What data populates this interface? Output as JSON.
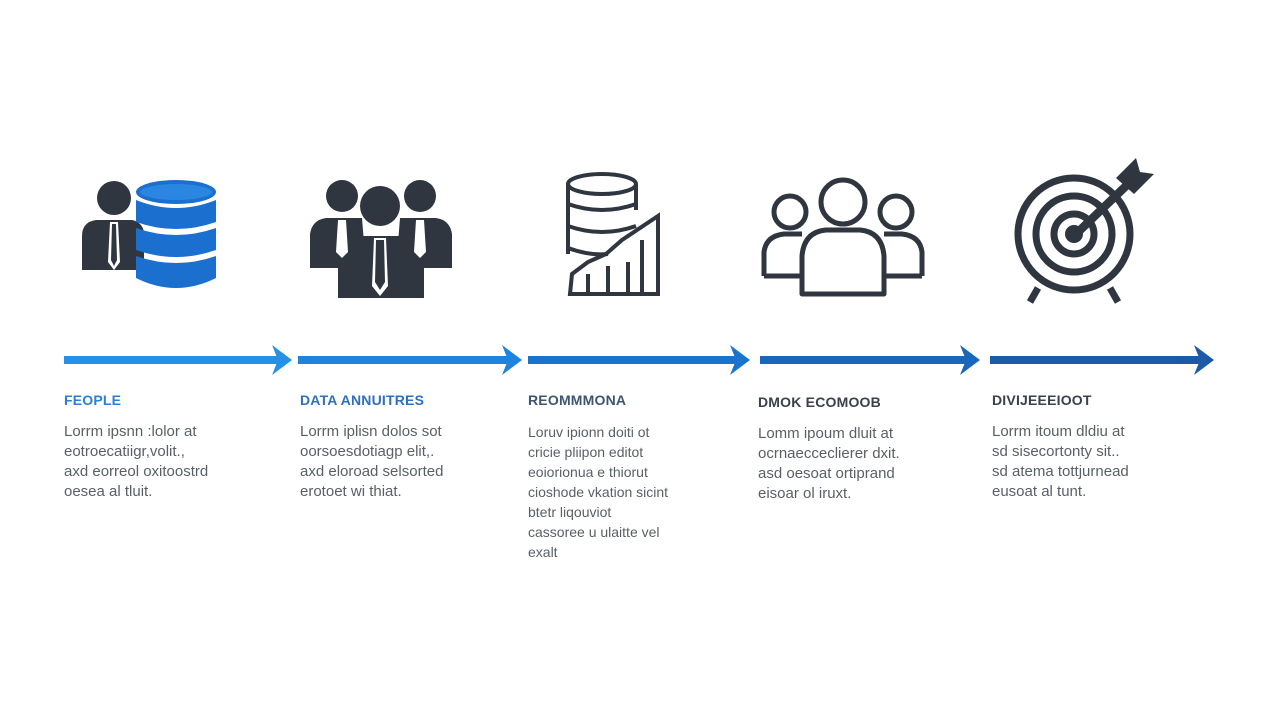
{
  "colors": {
    "dark_icon": "#2f3640",
    "blue_icon": "#1a6fcf",
    "arrow_1": "#2491e8",
    "arrow_2": "#1f84dd",
    "arrow_3": "#1b74cc",
    "arrow_4": "#1966bb",
    "arrow_5": "#1a5aa6",
    "title_1": "#2a7fd8",
    "title_2": "#2f6fbe",
    "title_3": "#3d5570",
    "title_4": "#38414d",
    "title_5": "#38414d"
  },
  "steps": [
    {
      "icon": "people-database-icon",
      "title": "FEOPLE",
      "lines": [
        "Lorrm ipsnn :lolor at",
        "eotroecatiigr,volit.,",
        "axd eorreol oxitoostrd",
        "oesea al tluit."
      ]
    },
    {
      "icon": "team-people-icon",
      "title": "DATA ANNUITRES",
      "lines": [
        "Lorrm iplisn dolos sot",
        "oorsoesdotiagp elit,.",
        "axd eloroad selsorted",
        "erotoet wi thiat."
      ]
    },
    {
      "icon": "database-chart-icon",
      "title": "REOMMMONA",
      "lines": [
        "Loruv ipionn doiti ot",
        "cricie pliipon editot",
        "eoiorionua e thiorut",
        "cioshode vkation sicint",
        "btetr liqouviot",
        "cassoree u ulaitte vel",
        "exalt"
      ]
    },
    {
      "icon": "group-outline-icon",
      "title": "DMOK ECOMOOB",
      "lines": [
        "Lomm ipoum dluit at",
        "ocrnaecceclierer dxit.",
        "asd oesoat ortiprand",
        "eisoar ol iruxt."
      ]
    },
    {
      "icon": "target-arrow-icon",
      "title": "DIVIJEEEIOOT",
      "lines": [
        "Lorrm itoum dldiu at",
        "sd sisecortonty sit..",
        "sd atema tottjurnead",
        "eusoat al tunt."
      ]
    }
  ]
}
